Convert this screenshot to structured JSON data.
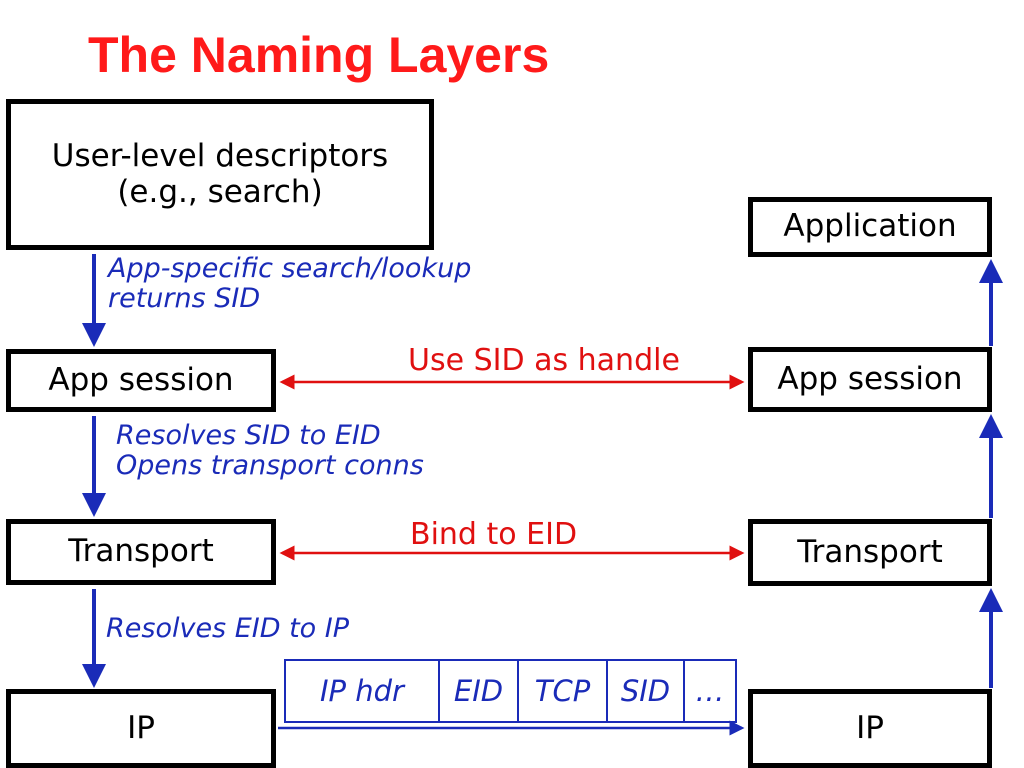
{
  "title": "The Naming Layers",
  "left_stack": {
    "descriptors": [
      "User-level descriptors",
      "(e.g., search)"
    ],
    "app_session": "App session",
    "transport": "Transport",
    "ip": "IP"
  },
  "right_stack": {
    "application": "Application",
    "app_session": "App session",
    "transport": "Transport",
    "ip": "IP"
  },
  "notes": {
    "lookup": [
      "App-specific search/lookup",
      "returns SID"
    ],
    "resolve_sid": [
      "Resolves SID to EID",
      "Opens transport conns"
    ],
    "resolve_eid": "Resolves EID to IP"
  },
  "links": {
    "session": "Use SID as handle",
    "transport": "Bind to EID"
  },
  "packet": [
    "IP hdr",
    "EID",
    "TCP",
    "SID",
    "…"
  ],
  "colors": {
    "title": "#ff1a1a",
    "note": "#1a2bb8",
    "link": "#e01010",
    "box": "#000000"
  }
}
